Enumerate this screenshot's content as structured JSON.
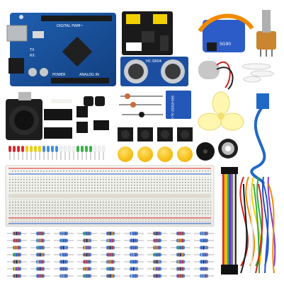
{
  "photo": {
    "board_labels": {
      "digital": "DIGITAL PWM~",
      "power": "POWER",
      "analog": "ANALOG IN",
      "tx": "TX",
      "rx": "RX"
    },
    "sensor_label": "HC-SR04",
    "servo_label": "SG90",
    "relay_label": "SRD-05VDC-SL-C"
  }
}
